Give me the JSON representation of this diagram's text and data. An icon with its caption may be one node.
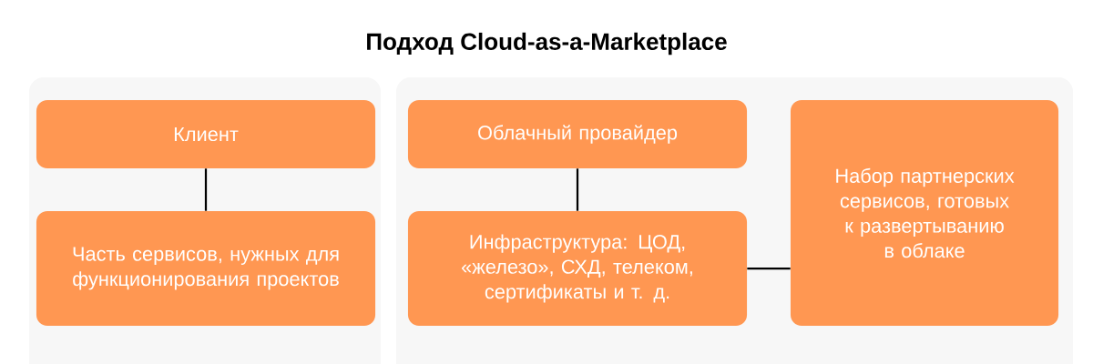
{
  "diagram": {
    "title": "Подход Cloud-as-a-Marketplace",
    "nodes": [
      {
        "text": [],
        "shape": "box"
      },
      {
        "text": [
          "Клиент"
        ],
        "in": 0
      },
      {
        "text": [
          "Часть сервисов, нужных для функционирования проектов"
        ],
        "in": 0
      },
      {
        "text": [],
        "shape": "box"
      },
      {
        "text": [
          "Облачный провайдер"
        ],
        "in": 3
      },
      {
        "text": [
          "Инфраструктура: ЦОД, «железо», СХД, телеком, сертификаты и т. д."
        ],
        "in": 3
      },
      {
        "text": [
          "Набор партнерских сервисов, готовых к развертыванию в облаке"
        ],
        "in": 3
      }
    ],
    "edges": [
      {
        "from": 1,
        "to": 2,
        "arrow": "none"
      },
      {
        "from": 4,
        "to": 5,
        "arrow": "none"
      },
      {
        "from": 5,
        "to": 6,
        "arrow": "none"
      }
    ]
  }
}
